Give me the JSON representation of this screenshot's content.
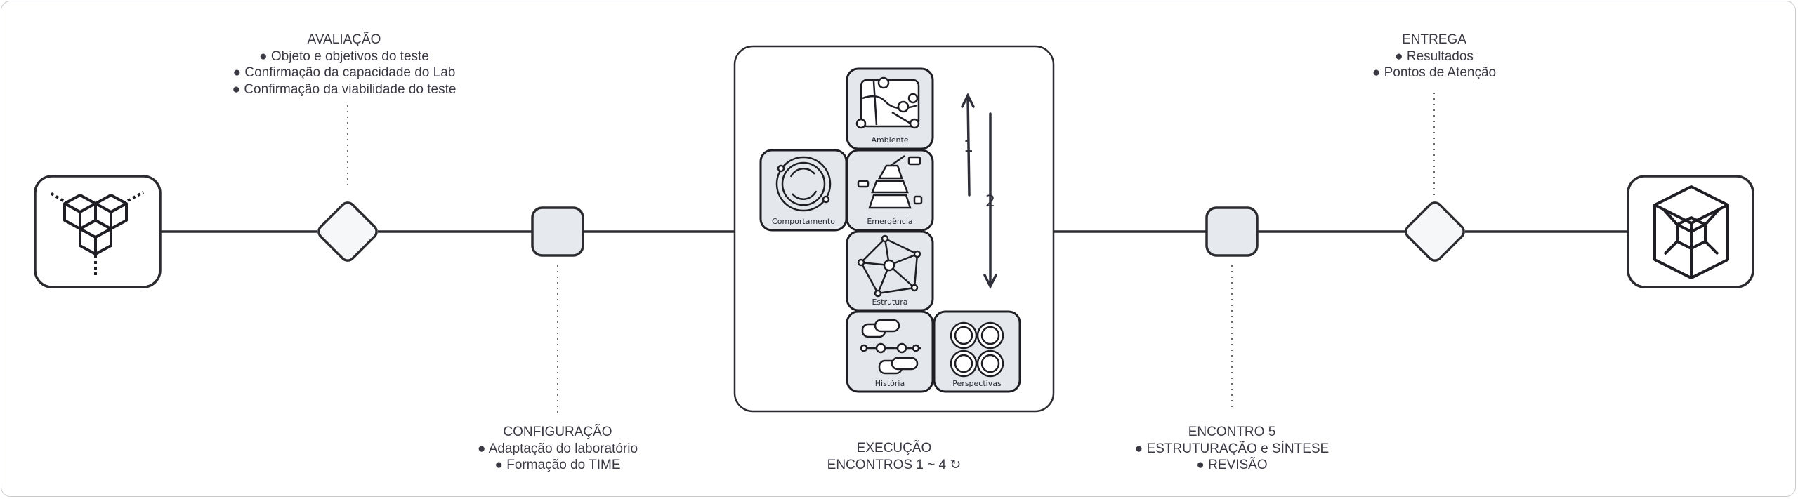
{
  "stages": {
    "avaliacao": {
      "title": "AVALIAÇÃO",
      "items": [
        "● Objeto e objetivos do teste",
        "● Confirmação da capacidade do Lab",
        "● Confirmação da viabilidade do teste"
      ]
    },
    "configuracao": {
      "title": "CONFIGURAÇÃO",
      "items": [
        "● Adaptação do laboratório",
        "● Formação do TIME"
      ]
    },
    "execucao": {
      "title": "EXECUÇÃO",
      "subtitle": "ENCONTROS 1 ~ 4  ↻"
    },
    "encontro5": {
      "title": "ENCONTRO 5",
      "items": [
        "● ESTRUTURAÇÃO e SÍNTESE",
        "● REVISÃO"
      ]
    },
    "entrega": {
      "title": "ENTREGA",
      "items": [
        "● Resultados",
        "● Pontos de Atenção"
      ]
    }
  },
  "tiles": {
    "ambiente": "Ambiente",
    "comportamento": "Comportamento",
    "emergencia": "Emergência",
    "estrutura": "Estrutura",
    "historia": "História",
    "perspectivas": "Perspectivas"
  },
  "arrows": {
    "up_label": "1",
    "down_label": "2"
  },
  "icons": {
    "start": "cubes-cluster-icon",
    "end": "cube-in-cube-icon"
  },
  "colors": {
    "line": "#2b2b30",
    "node_fill": "#e6eaee",
    "diamond_fill": "#f6f7f9",
    "tile_fill": "#e4e8ec",
    "dotted": "#6b6b6b"
  }
}
